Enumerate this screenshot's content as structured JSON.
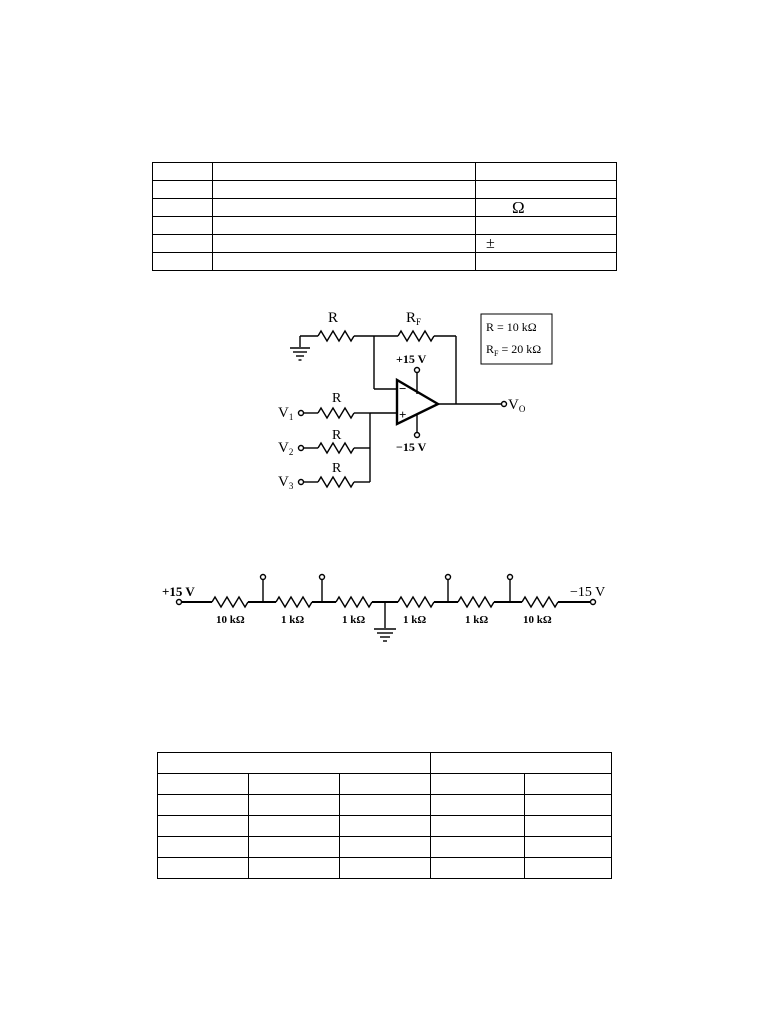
{
  "top_table": {
    "rows": [
      [
        "",
        "",
        ""
      ],
      [
        "",
        "",
        ""
      ],
      [
        "",
        "",
        "Ω"
      ],
      [
        "",
        "",
        ""
      ],
      [
        "",
        "",
        "±"
      ],
      [
        "",
        "",
        ""
      ]
    ]
  },
  "summing_amp": {
    "labels": {
      "r_ground": "R",
      "rf": "R",
      "rf_sub": "F",
      "plus_supply": "+15 V",
      "minus_supply": "−15 V",
      "in_minus": "−",
      "in_plus": "+",
      "v1": "V",
      "v1_sub": "1",
      "v2": "V",
      "v2_sub": "2",
      "v3": "V",
      "v3_sub": "3",
      "r1": "R",
      "r2": "R",
      "r3": "R",
      "vo": "V",
      "vo_sub": "O"
    },
    "legend": {
      "line1": "R = 10 kΩ",
      "line2_prefix": "R",
      "line2_sub": "F",
      "line2_rest": " = 20 kΩ"
    }
  },
  "divider": {
    "left_supply": "+15 V",
    "right_supply": "−15 V",
    "resistors": [
      "10 kΩ",
      "1 kΩ",
      "1 kΩ",
      "1 kΩ",
      "1 kΩ",
      "10 kΩ"
    ]
  },
  "bottom_table": {
    "header": [
      "",
      ""
    ],
    "rows": [
      [
        "",
        "",
        "",
        "",
        ""
      ],
      [
        "",
        "",
        "",
        "",
        ""
      ],
      [
        "",
        "",
        "",
        "",
        ""
      ],
      [
        "",
        "",
        "",
        "",
        ""
      ],
      [
        "",
        "",
        "",
        "",
        ""
      ]
    ]
  }
}
